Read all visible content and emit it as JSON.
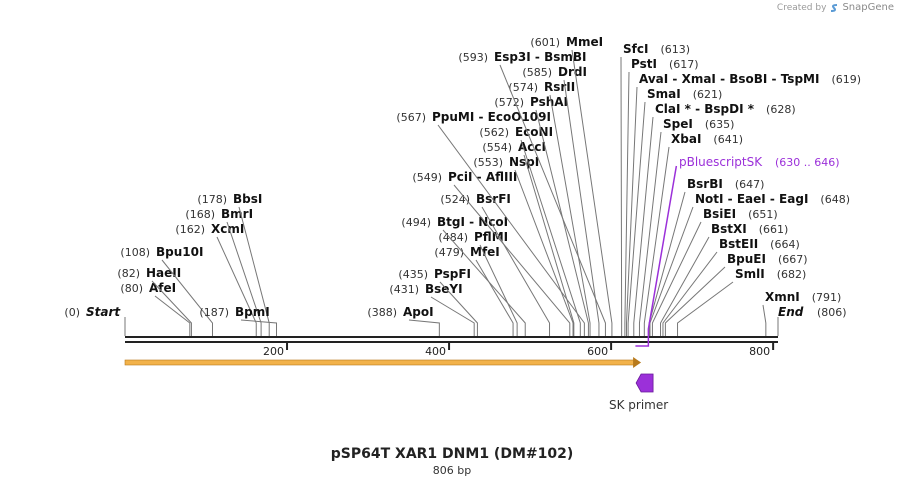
{
  "credit": {
    "prefix": "Created by",
    "brand": "SnapGene",
    "logo_color": "#5b9bd5"
  },
  "title": "pSP64T XAR1 DNM1 (DM#102)",
  "subtitle": "806 bp",
  "seq": {
    "length": 806,
    "start_label": "Start",
    "start_pos": "(0)",
    "end_label": "End",
    "end_pos": "(806)",
    "ticks": [
      {
        "pos": 200,
        "label": "200"
      },
      {
        "pos": 400,
        "label": "400"
      },
      {
        "pos": 600,
        "label": "600"
      },
      {
        "pos": 800,
        "label": "800"
      }
    ]
  },
  "enzymes": [
    {
      "pos": 80,
      "num": "(80)",
      "name": "AfeI",
      "side": "left"
    },
    {
      "pos": 82,
      "num": "(82)",
      "name": "HaeII",
      "side": "left"
    },
    {
      "pos": 108,
      "num": "(108)",
      "name": "Bpu10I",
      "side": "left"
    },
    {
      "pos": 162,
      "num": "(162)",
      "name": "XcmI",
      "side": "left"
    },
    {
      "pos": 168,
      "num": "(168)",
      "name": "BmrI",
      "side": "left"
    },
    {
      "pos": 178,
      "num": "(178)",
      "name": "BbsI",
      "side": "left"
    },
    {
      "pos": 187,
      "num": "(187)",
      "name": "BpmI",
      "side": "left"
    },
    {
      "pos": 388,
      "num": "(388)",
      "name": "ApoI",
      "side": "left"
    },
    {
      "pos": 431,
      "num": "(431)",
      "name": "BseYI",
      "side": "left"
    },
    {
      "pos": 435,
      "num": "(435)",
      "name": "PspFI",
      "side": "left"
    },
    {
      "pos": 479,
      "num": "(479)",
      "name": "MfeI",
      "side": "left"
    },
    {
      "pos": 484,
      "num": "(484)",
      "name": "PflMI",
      "side": "left"
    },
    {
      "pos": 494,
      "num": "(494)",
      "name": "BtgI  -  NcoI",
      "side": "left"
    },
    {
      "pos": 524,
      "num": "(524)",
      "name": "BsrFI",
      "side": "left"
    },
    {
      "pos": 549,
      "num": "(549)",
      "name": "PciI  -  AflIII",
      "side": "left"
    },
    {
      "pos": 553,
      "num": "(553)",
      "name": "NspI",
      "side": "left"
    },
    {
      "pos": 554,
      "num": "(554)",
      "name": "AccI",
      "side": "left"
    },
    {
      "pos": 562,
      "num": "(562)",
      "name": "EcoNI",
      "side": "left"
    },
    {
      "pos": 567,
      "num": "(567)",
      "name": "PpuMI  -  EcoO109I",
      "side": "left"
    },
    {
      "pos": 572,
      "num": "(572)",
      "name": "PshAI",
      "side": "left"
    },
    {
      "pos": 574,
      "num": "(574)",
      "name": "RsrII",
      "side": "left"
    },
    {
      "pos": 585,
      "num": "(585)",
      "name": "DrdI",
      "side": "left"
    },
    {
      "pos": 593,
      "num": "(593)",
      "name": "Esp3I  -  BsmBI",
      "side": "left"
    },
    {
      "pos": 601,
      "num": "(601)",
      "name": "MmeI",
      "side": "left"
    },
    {
      "pos": 613,
      "num": "(613)",
      "name": "SfcI",
      "side": "right"
    },
    {
      "pos": 617,
      "num": "(617)",
      "name": "PstI",
      "side": "right"
    },
    {
      "pos": 619,
      "num": "(619)",
      "name": "AvaI  -  XmaI  -  BsoBI  -  TspMI",
      "side": "right"
    },
    {
      "pos": 621,
      "num": "(621)",
      "name": "SmaI",
      "side": "right"
    },
    {
      "pos": 628,
      "num": "(628)",
      "name": "ClaI *  -  BspDI *",
      "side": "right"
    },
    {
      "pos": 635,
      "num": "(635)",
      "name": "SpeI",
      "side": "right"
    },
    {
      "pos": 641,
      "num": "(641)",
      "name": "XbaI",
      "side": "right"
    },
    {
      "pos": 647,
      "num": "(647)",
      "name": "BsrBI",
      "side": "right"
    },
    {
      "pos": 648,
      "num": "(648)",
      "name": "NotI  -  EaeI  -  EagI",
      "side": "right"
    },
    {
      "pos": 651,
      "num": "(651)",
      "name": "BsiEI",
      "side": "right"
    },
    {
      "pos": 661,
      "num": "(661)",
      "name": "BstXI",
      "side": "right"
    },
    {
      "pos": 664,
      "num": "(664)",
      "name": "BstEII",
      "side": "right"
    },
    {
      "pos": 667,
      "num": "(667)",
      "name": "BpuEI",
      "side": "right"
    },
    {
      "pos": 682,
      "num": "(682)",
      "name": "SmlI",
      "side": "right"
    },
    {
      "pos": 791,
      "num": "(791)",
      "name": "XmnI",
      "side": "right"
    }
  ],
  "features": [
    {
      "name": "pBluescriptSK",
      "range": "(630 .. 646)",
      "start": 630,
      "end": 646,
      "color": "#9b30d9"
    }
  ],
  "orf": {
    "start": 0,
    "end": 637,
    "color": "#f2b24a",
    "direction": "forward"
  },
  "primer": {
    "name": "SK primer",
    "pos": 637,
    "color": "#9b30d9",
    "direction": "reverse"
  }
}
